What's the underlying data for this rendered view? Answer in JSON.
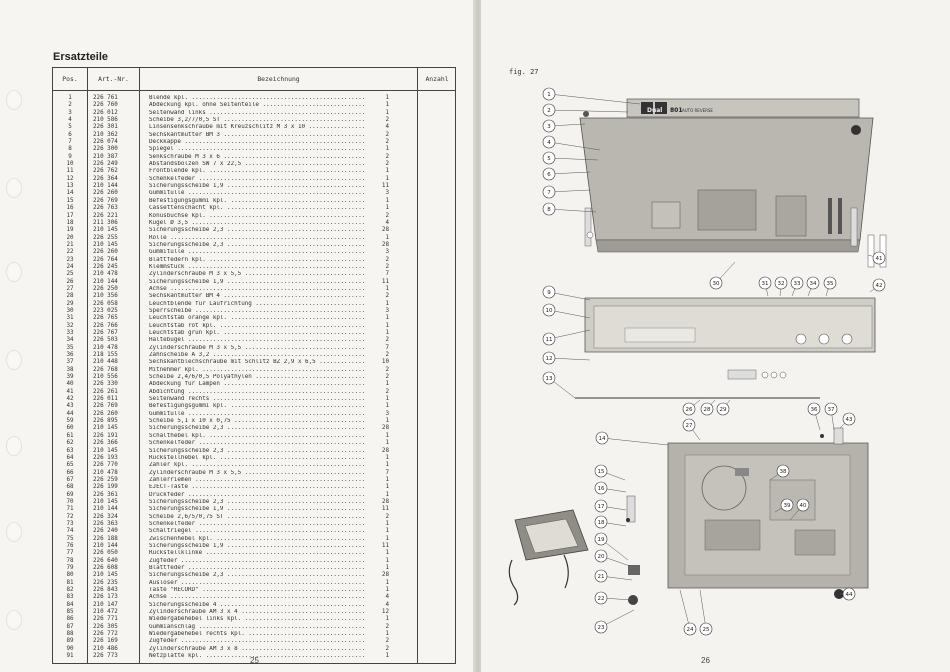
{
  "left_page": {
    "title": "Ersatzteile",
    "headers": {
      "pos": "Pos.",
      "art": "Art.-Nr.",
      "bez": "Bezeichnung",
      "anz": "Anzahl"
    },
    "rows": [
      [
        "1",
        "226 761",
        "Blende kpl.",
        "1"
      ],
      [
        "2",
        "226 760",
        "Abdeckung kpl. ohne Seitenteile",
        "1"
      ],
      [
        "3",
        "226 012",
        "Seitenwand links",
        "1"
      ],
      [
        "4",
        "210 586",
        "Scheibe 3,2/7/0,5 ST",
        "2"
      ],
      [
        "5",
        "226 301",
        "Linsensenkschraube mit Kreuzschlitz M 3 x 10",
        "4"
      ],
      [
        "6",
        "210 362",
        "Sechskantmutter BM 3",
        "2"
      ],
      [
        "7",
        "226 074",
        "Deckkappe",
        "2"
      ],
      [
        "8",
        "226 300",
        "Spiegel",
        "1"
      ],
      [
        "9",
        "210 387",
        "Senkschraube M 3 x 6",
        "2"
      ],
      [
        "10",
        "226 249",
        "Abstandsbolzen SW 7 x 22,5",
        "2"
      ],
      [
        "11",
        "226 762",
        "Frontblende kpl.",
        "1"
      ],
      [
        "12",
        "226 364",
        "Schenkelfeder",
        "1"
      ],
      [
        "13",
        "210 144",
        "Sicherungsscheibe 1,9",
        "11"
      ],
      [
        "14",
        "226 260",
        "Gummitülle",
        "3"
      ],
      [
        "15",
        "226 769",
        "Befestigungsgummi kpl.",
        "1"
      ],
      [
        "16",
        "226 763",
        "Cassettenschacht kpl.",
        "1"
      ],
      [
        "17",
        "226 221",
        "Konusbuchse kpl.",
        "2"
      ],
      [
        "18",
        "211 306",
        "Kugel Ø 3,5",
        "4"
      ],
      [
        "19",
        "210 145",
        "Sicherungsscheibe 2,3",
        "28"
      ],
      [
        "20",
        "226 255",
        "Rolle",
        "1"
      ],
      [
        "21",
        "210 145",
        "Sicherungsscheibe 2,3",
        "28"
      ],
      [
        "22",
        "226 260",
        "Gummitülle",
        "3"
      ],
      [
        "23",
        "226 764",
        "Blattfedern kpl.",
        "2"
      ],
      [
        "24",
        "226 245",
        "Klemmstück",
        "2"
      ],
      [
        "25",
        "210 478",
        "Zylinderschraube M 3 x 5,5",
        "7"
      ],
      [
        "26",
        "210 144",
        "Sicherungsscheibe 1,9",
        "11"
      ],
      [
        "27",
        "226 250",
        "Achse",
        "1"
      ],
      [
        "28",
        "210 356",
        "Sechskantmutter BM 4",
        "2"
      ],
      [
        "29",
        "226 058",
        "Leuchtblende für Laufrichtung",
        "1"
      ],
      [
        "30",
        "223 025",
        "Sperrscheibe",
        "3"
      ],
      [
        "31",
        "226 765",
        "Leuchtstab orange kpl.",
        "1"
      ],
      [
        "32",
        "226 766",
        "Leuchtstab rot kpl.",
        "1"
      ],
      [
        "33",
        "226 767",
        "Leuchtstab grün kpl.",
        "1"
      ],
      [
        "34",
        "226 503",
        "Haltebügel",
        "2"
      ],
      [
        "35",
        "210 478",
        "Zylinderschraube M 3 x 5,5",
        "7"
      ],
      [
        "36",
        "218 155",
        "Zahnscheibe A 3,2",
        "2"
      ],
      [
        "37",
        "210 448",
        "Sechskantblechschraube mit Schlitz BZ 2,9 x 6,5",
        "10"
      ],
      [
        "38",
        "226 768",
        "Mitnehmer kpl.",
        "2"
      ],
      [
        "39",
        "210 556",
        "Scheibe 2,4/6/0,5 Polyäthylen",
        "2"
      ],
      [
        "40",
        "226 330",
        "Abdeckung für Lampen",
        "1"
      ],
      [
        "41",
        "226 261",
        "Abdichtung",
        "2"
      ],
      [
        "42",
        "226 011",
        "Seitenwand rechts",
        "1"
      ],
      [
        "43",
        "226 769",
        "Befestigungsgummi kpl.",
        "1"
      ],
      [
        "44",
        "226 260",
        "Gummitülle",
        "3"
      ],
      [
        "59",
        "226 895",
        "Scheibe 5,1 x 10 x 0,75",
        "1"
      ],
      [
        "60",
        "210 145",
        "Sicherungsscheibe 2,3",
        "28"
      ],
      [
        "61",
        "226 191",
        "Schalthebel kpl.",
        "1"
      ],
      [
        "62",
        "226 366",
        "Schenkelfeder",
        "1"
      ],
      [
        "63",
        "210 145",
        "Sicherungsscheibe 2,3",
        "28"
      ],
      [
        "64",
        "226 193",
        "Rückstellhebel kpl.",
        "1"
      ],
      [
        "65",
        "226 770",
        "Zähler kpl.",
        "1"
      ],
      [
        "66",
        "210 478",
        "Zylinderschraube M 3 x 5,5",
        "7"
      ],
      [
        "67",
        "226 259",
        "Zählerriemen",
        "1"
      ],
      [
        "68",
        "226 199",
        "EJECT-Taste",
        "1"
      ],
      [
        "69",
        "226 361",
        "Druckfeder",
        "1"
      ],
      [
        "70",
        "210 145",
        "Sicherungsscheibe 2,3",
        "28"
      ],
      [
        "71",
        "210 144",
        "Sicherungsscheibe 1,9",
        "11"
      ],
      [
        "72",
        "226 324",
        "Scheibe 2,6/5/0,75 ST",
        "2"
      ],
      [
        "73",
        "226 363",
        "Schenkelfeder",
        "1"
      ],
      [
        "74",
        "226 240",
        "Schaltriegel",
        "1"
      ],
      [
        "75",
        "226 188",
        "Zwischenhebel kpl.",
        "1"
      ],
      [
        "76",
        "210 144",
        "Sicherungsscheibe 1,9",
        "11"
      ],
      [
        "77",
        "226 050",
        "Rückstellklinke",
        "1"
      ],
      [
        "78",
        "226 640",
        "Zugfeder",
        "1"
      ],
      [
        "79",
        "226 608",
        "Blattfeder",
        "1"
      ],
      [
        "80",
        "210 145",
        "Sicherungsscheibe 2,3",
        "28"
      ],
      [
        "81",
        "226 235",
        "Auslöser",
        "1"
      ],
      [
        "82",
        "226 843",
        "Taste \"RECORD\"",
        "1"
      ],
      [
        "83",
        "226 173",
        "Achse",
        "4"
      ],
      [
        "84",
        "210 147",
        "Sicherungsscheibe 4",
        "4"
      ],
      [
        "85",
        "210 472",
        "Zylinderschraube AM 3 x 4",
        "12"
      ],
      [
        "86",
        "226 771",
        "Wiedergabehebel links kpl.",
        "1"
      ],
      [
        "87",
        "226 305",
        "Gummianschlag",
        "2"
      ],
      [
        "88",
        "226 772",
        "Wiedergabehebel rechts kpl.",
        "1"
      ],
      [
        "89",
        "226 169",
        "Zugfeder",
        "2"
      ],
      [
        "90",
        "210 486",
        "Zylinderschraube AM 3 x 8",
        "2"
      ],
      [
        "91",
        "226 773",
        "Netzplatte kpl.",
        "1"
      ]
    ],
    "page_number": "25"
  },
  "right_page": {
    "fig_label": "fig. 27",
    "brand": "Dual",
    "model": "801",
    "subtitle": "AUTO REVERSE",
    "callouts_left": [
      "1",
      "2",
      "3",
      "4",
      "5",
      "6",
      "7",
      "8",
      "9",
      "10",
      "11",
      "12",
      "13",
      "14",
      "15",
      "16",
      "17",
      "18",
      "19",
      "20",
      "21",
      "22",
      "23"
    ],
    "callouts_mid": [
      "30",
      "31",
      "32",
      "33",
      "34",
      "35",
      "26",
      "28",
      "29",
      "27",
      "24",
      "25"
    ],
    "callouts_right": [
      "41",
      "42",
      "43",
      "36",
      "37",
      "38",
      "39",
      "40",
      "44"
    ],
    "page_number": "26"
  }
}
